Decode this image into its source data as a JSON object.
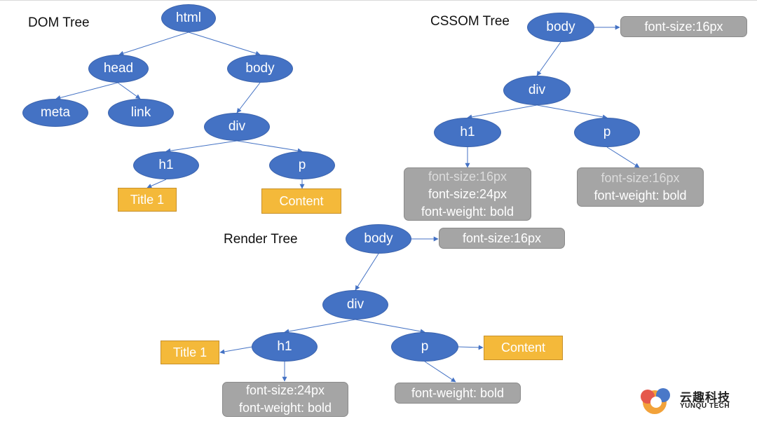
{
  "dom_tree": {
    "title": "DOM Tree",
    "nodes": {
      "html": "html",
      "head": "head",
      "body": "body",
      "meta": "meta",
      "link": "link",
      "div": "div",
      "h1": "h1",
      "p": "p"
    },
    "text_nodes": {
      "title": "Title 1",
      "content": "Content"
    }
  },
  "cssom_tree": {
    "title": "CSSOM Tree",
    "nodes": {
      "body": "body",
      "div": "div",
      "h1": "h1",
      "p": "p"
    },
    "styles": {
      "body": "font-size:16px",
      "h1_inherited": "font-size:16px",
      "h1_size": "font-size:24px",
      "h1_weight": "font-weight: bold",
      "p_inherited": "font-size:16px",
      "p_weight": "font-weight: bold"
    }
  },
  "render_tree": {
    "title": "Render Tree",
    "nodes": {
      "body": "body",
      "div": "div",
      "h1": "h1",
      "p": "p"
    },
    "styles": {
      "body": "font-size:16px",
      "h1_size": "font-size:24px",
      "h1_weight": "font-weight: bold",
      "p_weight": "font-weight: bold"
    },
    "text_nodes": {
      "title": "Title 1",
      "content": "Content"
    }
  },
  "colors": {
    "node_fill": "#4472c4",
    "text_node_fill": "#f4b93a",
    "style_box_fill": "#a5a5a5",
    "edge": "#4472c4"
  },
  "logo": {
    "name_cn": "云趣科技",
    "name_en": "YUNQU TECH"
  }
}
